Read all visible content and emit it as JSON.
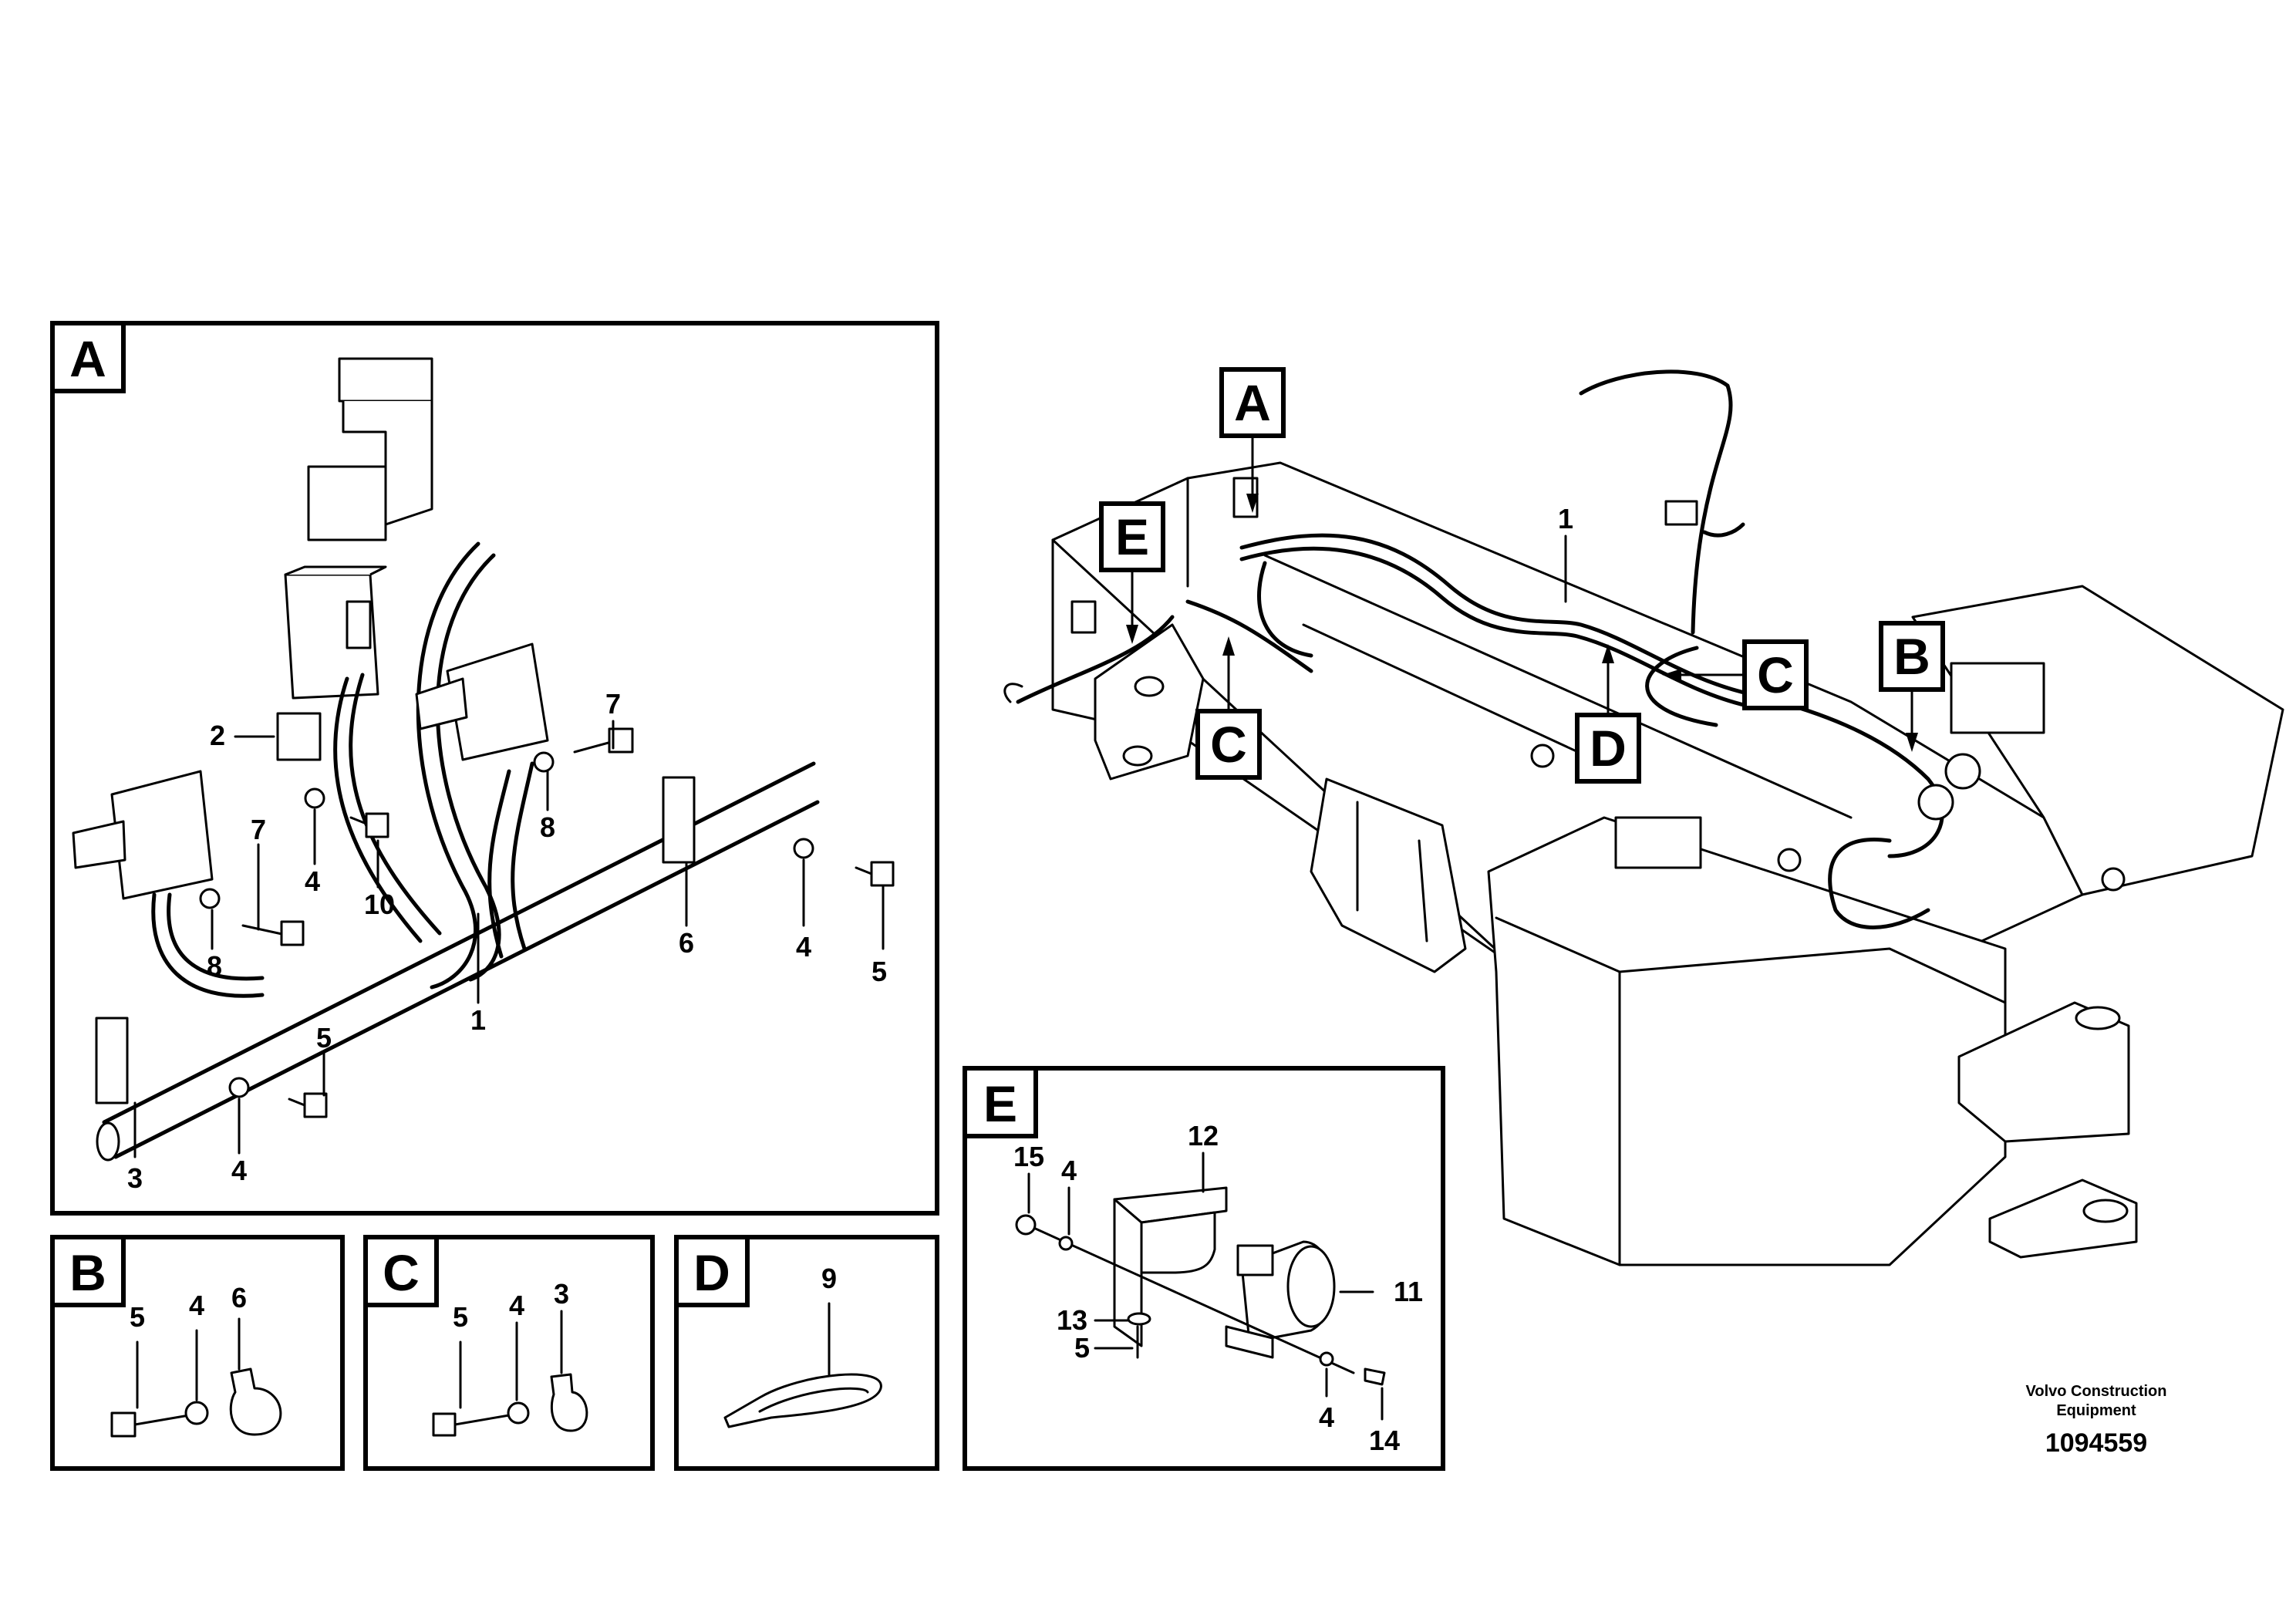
{
  "panels": {
    "A": "A",
    "B": "B",
    "C": "C",
    "D": "D",
    "E": "E"
  },
  "overview_callouts": {
    "A": "A",
    "E": "E",
    "C_left": "C",
    "C_right": "C",
    "D": "D",
    "B": "B"
  },
  "part_numbers": {
    "overview": [
      "1"
    ],
    "panel_A": [
      "2",
      "7",
      "7",
      "4",
      "10",
      "8",
      "8",
      "1",
      "6",
      "4",
      "5",
      "5",
      "3",
      "4"
    ],
    "panel_B": [
      "5",
      "4",
      "6"
    ],
    "panel_C": [
      "5",
      "4",
      "3"
    ],
    "panel_D": [
      "9"
    ],
    "panel_E": [
      "12",
      "15",
      "4",
      "13",
      "5",
      "11",
      "4",
      "14"
    ]
  },
  "credit": {
    "line1": "Volvo Construction",
    "line2": "Equipment"
  },
  "drawing_number": "1094559",
  "colors": {
    "line": "#000000",
    "background": "#ffffff"
  }
}
